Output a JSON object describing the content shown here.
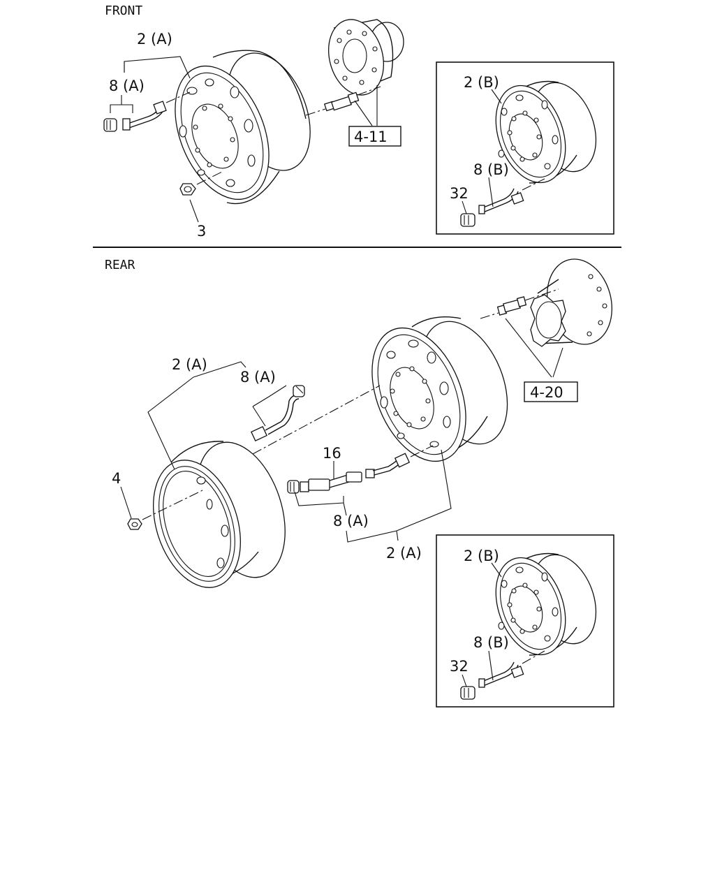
{
  "sections": {
    "front": "FRONT",
    "rear": "REAR"
  },
  "labels": {
    "f_disc_a": "2 (A)",
    "f_valve_a": "8 (A)",
    "f_nut": "3",
    "f_ref": "4-11",
    "f_inset_disc_b": "2 (B)",
    "f_inset_valve_b": "8 (B)",
    "f_inset_cap": "32",
    "r_disc_a_outer": "2 (A)",
    "r_valve_a_upper": "8 (A)",
    "r_nut": "4",
    "r_ext": "16",
    "r_valve_a_lower": "8 (A)",
    "r_disc_a_lower": "2 (A)",
    "r_ref": "4-20",
    "r_inset_disc_b": "2 (B)",
    "r_inset_valve_b": "8 (B)",
    "r_inset_cap": "32"
  }
}
